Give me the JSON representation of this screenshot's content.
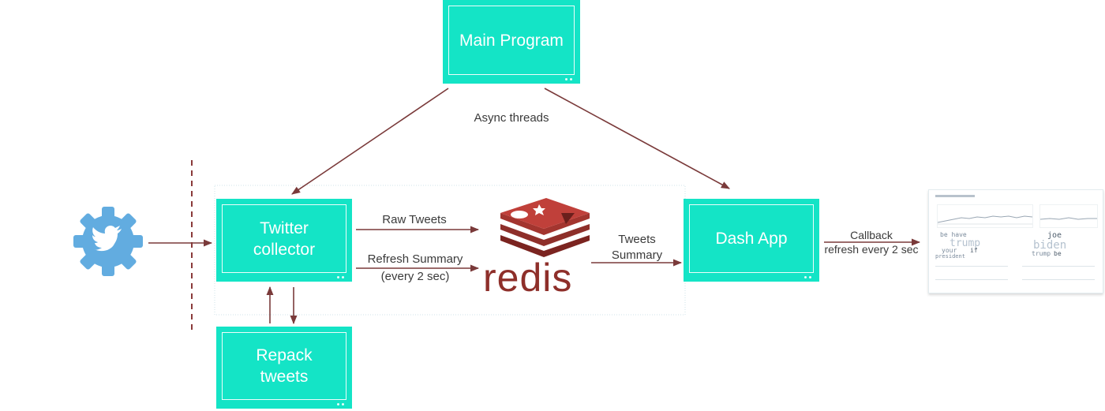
{
  "nodes": {
    "main_program": "Main Program",
    "twitter_collector": "Twitter\ncollector",
    "repack_tweets": "Repack\ntweets",
    "dash_app": "Dash App",
    "redis": "redis"
  },
  "edges": {
    "async_threads": "Async threads",
    "raw_tweets": "Raw Tweets",
    "refresh_summary": "Refresh Summary",
    "refresh_interval": "(every 2 sec)",
    "tweets": "Tweets",
    "summary": "Summary",
    "callback": "Callback",
    "callback_interval": "refresh every 2 sec"
  },
  "dashboard_preview": {
    "word_cloud_left": [
      "be have",
      "trump",
      "your",
      "if",
      "president"
    ],
    "word_cloud_right": [
      "joe",
      "biden",
      "trump",
      "be"
    ]
  },
  "colors": {
    "box": "#14e4c6",
    "arrow": "#7a3a3a",
    "redis": "#8e2f2a",
    "twitter": "#62ace0"
  },
  "icons": {
    "twitter": "twitter-gear-icon",
    "redis": "redis-logo-icon"
  }
}
